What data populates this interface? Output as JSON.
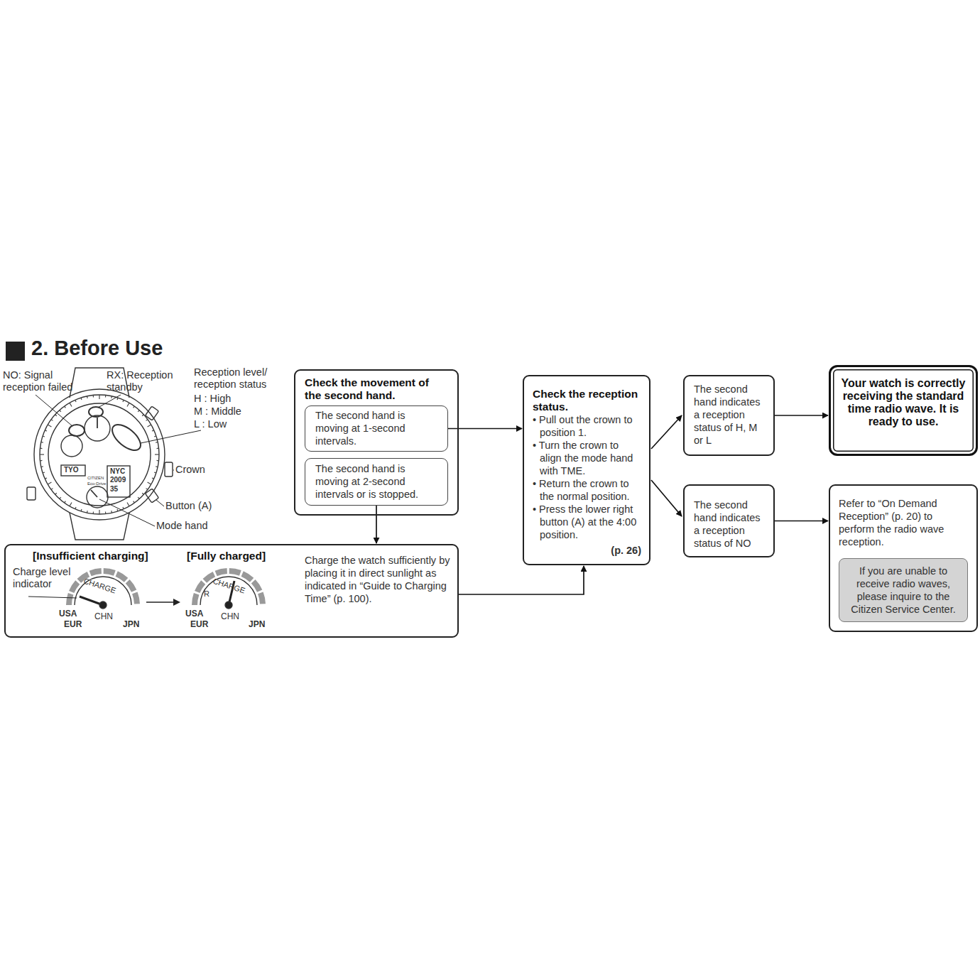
{
  "diagram": {
    "title": "2. Before Use",
    "nodes": [
      {
        "text": [
          "Check the movement of the second hand."
        ]
      },
      {
        "text": [
          "The second hand is moving at 1-second intervals."
        ],
        "in": 0
      },
      {
        "text": [
          "The second hand is moving at 2-second intervals or is stopped."
        ],
        "in": 0
      },
      {
        "text": [
          "[Insufficient charging]",
          "[Fully charged]",
          "Charge the watch sufficiently by placing it in direct sunlight as indicated in “Guide to Charging Time” (p. 100)."
        ]
      },
      {
        "text": [
          "Check the reception status.",
          "• Pull out the crown to position 1.",
          "• Turn the crown to align the mode hand with TME.",
          "• Return the crown to the normal position.",
          "• Press the lower right button (A) at the 4:00 position.",
          "(p. 26)"
        ]
      },
      {
        "text": [
          "The second hand indicates a reception status of H, M or L"
        ]
      },
      {
        "text": [
          "The second hand indicates a reception status of NO"
        ]
      },
      {
        "text": [
          "Your watch is correctly receiving the standard time radio wave. It is ready to use."
        ]
      },
      {
        "text": [
          "Refer to “On Demand Reception” (p. 20) to perform the radio wave reception."
        ]
      },
      {
        "text": [
          "If you are unable to receive radio waves, please inquire to the Citizen Service Center."
        ],
        "in": 8
      }
    ],
    "edges": [
      {
        "from": 1,
        "to": 4,
        "arrow": "to"
      },
      {
        "from": 2,
        "to": 3,
        "arrow": "to"
      },
      {
        "from": 3,
        "to": 4,
        "arrow": "to"
      },
      {
        "from": 4,
        "to": 5,
        "arrow": "to"
      },
      {
        "from": 4,
        "to": 6,
        "arrow": "to"
      },
      {
        "from": 5,
        "to": 7,
        "arrow": "to"
      },
      {
        "from": 6,
        "to": 8,
        "arrow": "to"
      }
    ],
    "labels": [
      "NO: Signal reception failed",
      "RX: Reception standby",
      "Reception level/ reception status",
      "H : High",
      "M : Middle",
      "L : Low",
      "Crown",
      "Button (A)",
      "Mode hand",
      "TYO",
      "NYC",
      "2009",
      "35",
      "CITIZEN",
      "Eco-Drive",
      "Charge level indicator",
      "CHARGE",
      "USA",
      "EUR",
      "CHN",
      "JPN",
      "R",
      "CHARGE",
      "USA",
      "EUR",
      "CHN",
      "JPN"
    ]
  }
}
